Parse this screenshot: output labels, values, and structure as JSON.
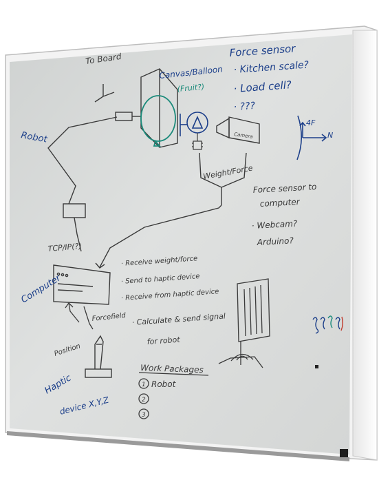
{
  "colors": {
    "board_surface": "#dcdedd",
    "board_frame": "#f2f2f2",
    "frame_shadow": "#b8b8b8",
    "marker_dark": "#3a3a3a",
    "marker_blue": "#1c3f8a",
    "marker_teal": "#1a8a7a",
    "marker_red": "#c0392b"
  },
  "texts": {
    "to_board": "To Board",
    "canvas_balloon": "Canvas/Balloon",
    "fruit": "(Fruit?)",
    "force_sensor": "Force sensor",
    "kitchen_scale": "· Kitchen scale?",
    "load_cell": "· Load cell?",
    "unknown": "· ???",
    "force_f": "4F",
    "force_n": "N",
    "robot": "Robot",
    "camera": "Camera",
    "weight_force": "Weight/Force",
    "force_sensor_to_computer_1": "Force sensor to",
    "force_sensor_to_computer_2": "computer",
    "webcam": "· Webcam?",
    "arduino": "Arduino?",
    "tcp_ip": "TCP/IP(?)",
    "receive_weight": "· Receive weight/force",
    "send_haptic": "· Send to haptic device",
    "receive_haptic": "· Receive from haptic device",
    "computer": "Computer",
    "forcefield": "Forcefield",
    "calculate_1": "· Calculate & send signal",
    "calculate_2": "for robot",
    "position": "Position",
    "work_packages": "Work Packages",
    "wp_1_num": "1",
    "wp_1_label": "Robot",
    "wp_2_num": "2",
    "wp_3_num": "3",
    "haptic_1": "Haptic",
    "haptic_2": "device X,Y,Z"
  }
}
